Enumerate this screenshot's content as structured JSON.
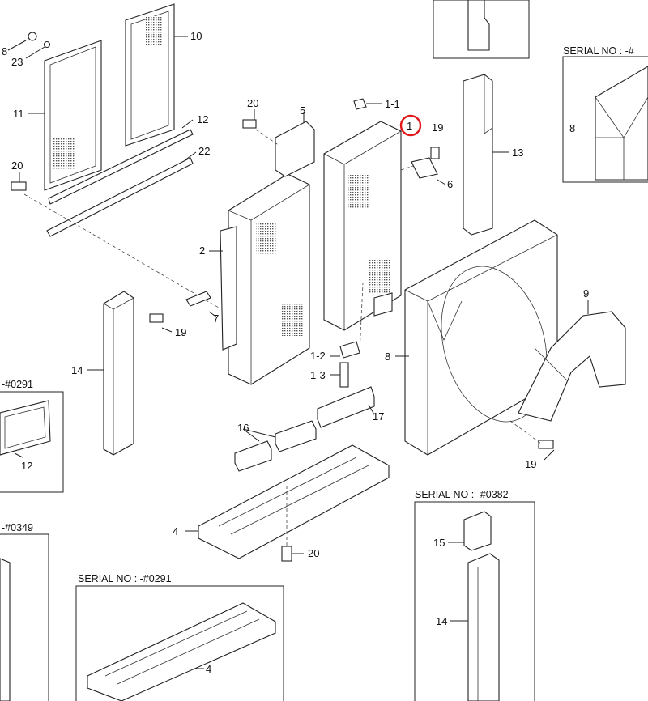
{
  "serials": {
    "s_top_right": "SERIAL NO : -#",
    "s_left_mid": "-#0291",
    "s_left_low": "-#0349",
    "s_bottom_mid": "SERIAL NO : -#0291",
    "s_bottom_right": "SERIAL NO : -#0382"
  },
  "labels": {
    "l8a": "8",
    "l23": "23",
    "l10": "10",
    "l11": "11",
    "l12a": "12",
    "l22": "22",
    "l20a": "20",
    "l20b": "20",
    "l5": "5",
    "l1_1": "1-1",
    "l1": "1",
    "l19a": "19",
    "l6": "6",
    "l13": "13",
    "l8b": "8",
    "l2": "2",
    "l7": "7",
    "l19b": "19",
    "l14a": "14",
    "l1_2": "1-2",
    "l1_3": "1-3",
    "l8c": "8",
    "l9": "9",
    "l12b": "12",
    "l16": "16",
    "l17": "17",
    "l19c": "19",
    "l4a": "4",
    "l20c": "20",
    "l15": "15",
    "l14b": "14",
    "l4b": "4"
  },
  "highlight_color": "#e0191b"
}
